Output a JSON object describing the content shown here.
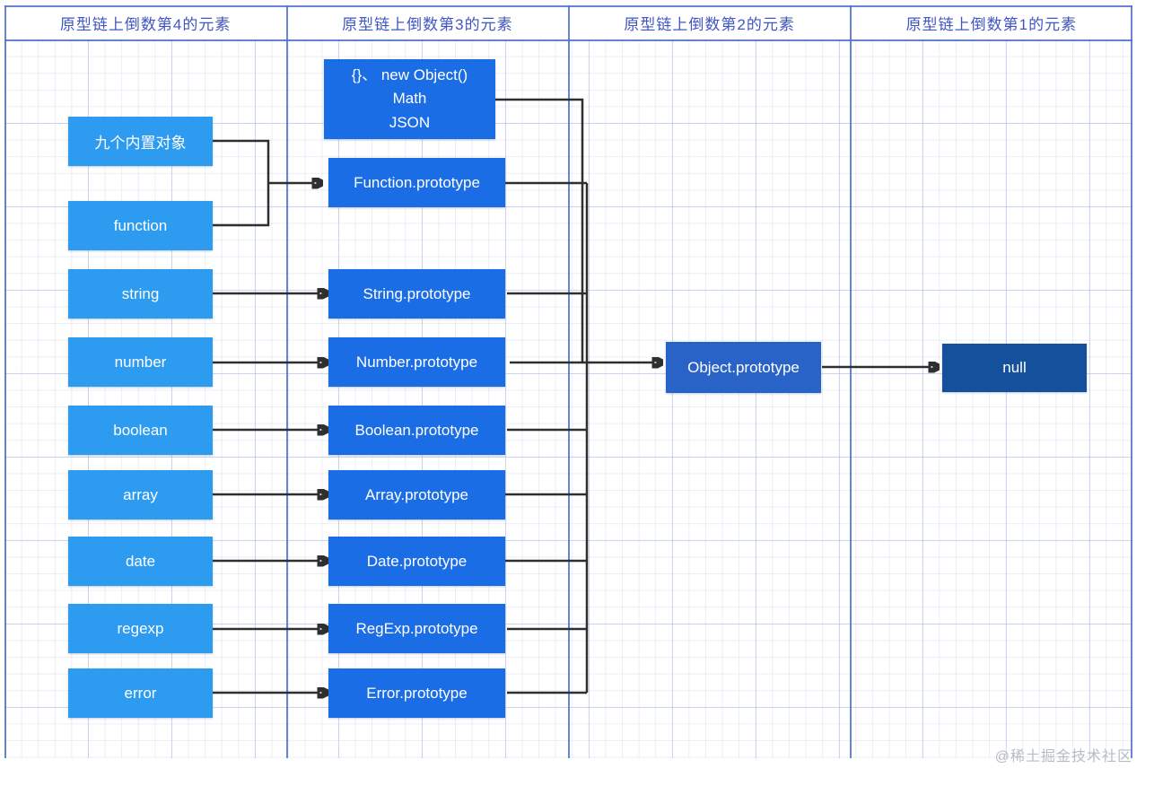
{
  "header": {
    "columns": [
      "原型链上倒数第4的元素",
      "原型链上倒数第3的元素",
      "原型链上倒数第2的元素",
      "原型链上倒数第1的元素"
    ]
  },
  "col1": {
    "items": [
      "九个内置对象",
      "function",
      "string",
      "number",
      "boolean",
      "array",
      "date",
      "regexp",
      "error"
    ]
  },
  "col2": {
    "top_box_lines": [
      "{}、 new Object()",
      "Math",
      "JSON"
    ],
    "items": [
      "Function.prototype",
      "String.prototype",
      "Number.prototype",
      "Boolean.prototype",
      "Array.prototype",
      "Date.prototype",
      "RegExp.prototype",
      "Error.prototype"
    ]
  },
  "col3": {
    "item": "Object.prototype"
  },
  "col4": {
    "item": "null"
  },
  "watermark": "@稀土掘金技术社区",
  "colors": {
    "col1_box": "#2d9bf0",
    "col2_box": "#1b6de6",
    "col3_box": "#2a63c8",
    "col4_box": "#14509c",
    "header_text": "#3f56c0",
    "connector": "#2f2f2f"
  }
}
